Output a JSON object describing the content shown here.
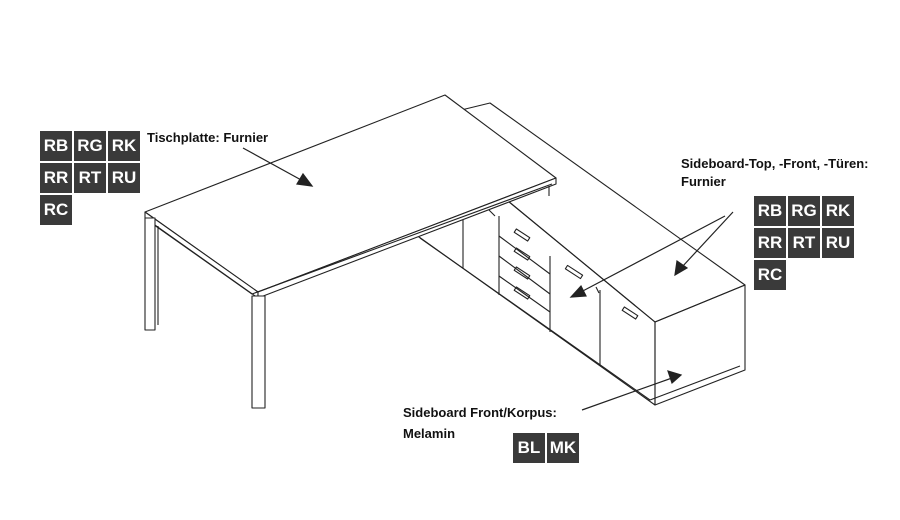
{
  "labels": {
    "tischplatte": "Tischplatte: Furnier",
    "sideboard_top_line1": "Sideboard-Top, -Front, -Türen:",
    "sideboard_top_line2": "Furnier",
    "sideboard_front_line1": "Sideboard Front/Korpus:",
    "sideboard_front_line2": "Melamin"
  },
  "veneer_codes": [
    "RB",
    "RG",
    "RK",
    "RR",
    "RT",
    "RU",
    "RC"
  ],
  "melamine_codes": [
    "BL",
    "MK"
  ],
  "colors": {
    "badge_background": "#3a3a3a",
    "badge_text": "#ffffff",
    "line": "#222222"
  }
}
